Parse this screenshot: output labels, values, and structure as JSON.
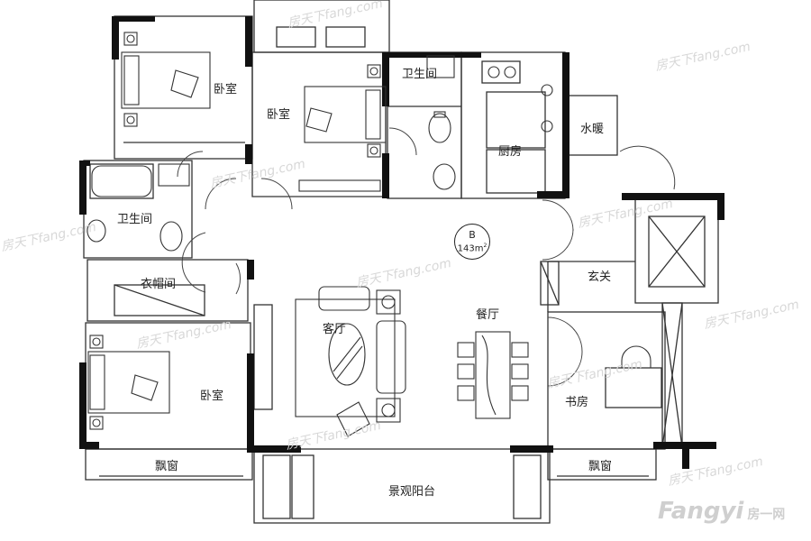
{
  "plan": {
    "unit_type": "B",
    "area_value": "143m",
    "area_sup": "2"
  },
  "rooms": {
    "bedroom_top_left": "卧室",
    "bedroom_top_middle": "卧室",
    "bathroom_top": "卫生间",
    "kitchen": "厨房",
    "water_heating": "水暖",
    "bathroom_left": "卫生间",
    "cloakroom": "衣帽间",
    "living_room": "客厅",
    "dining_room": "餐厅",
    "foyer": "玄关",
    "bedroom_bottom_left": "卧室",
    "study": "书房",
    "bay_window_left": "飘窗",
    "balcony": "景观阳台",
    "bay_window_right": "飘窗"
  },
  "watermark": {
    "text": "房天下fang.com",
    "logo_text": "Fangyi",
    "logo_cn": "房一网"
  }
}
